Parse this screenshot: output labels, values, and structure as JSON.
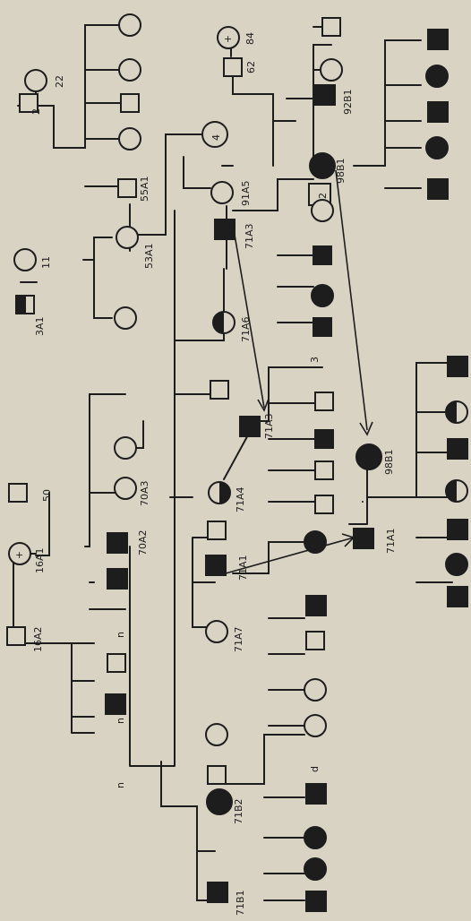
{
  "diagram": {
    "type": "pedigree",
    "ink": "#1d1d1d",
    "paper": "#d9d3c4",
    "labels": {
      "l_2": "2",
      "l_22": "22",
      "l_62": "62",
      "l_84": "84",
      "l_11": "11",
      "l_3A1": "3A1",
      "l_55A1": "55A1",
      "l_53A1": "53A1",
      "l_92B1": "92B1",
      "l_98B1_top": "98B1",
      "l_91A5": "91A5",
      "l_71A3_top": "71A3",
      "l_71A6": "71A6",
      "l_71A3_mid": "71A3",
      "l_3": "3",
      "l_50": "50",
      "l_16A1": "16A1",
      "l_16A2": "16A2",
      "l_70A3": "70A3",
      "l_70A2": "70A2",
      "l_71A4": "71A4",
      "l_71A1_mid": "71A1",
      "l_71A7": "71A7",
      "l_98B1_mid": "98B1",
      "l_71A1_low": "71A1",
      "l_n1": "n",
      "l_n2": "n",
      "l_n3": "n",
      "l_71B2": "71B2",
      "l_d": "d",
      "l_71B1": "71B1",
      "box_count": "2",
      "plus_84": "+",
      "plus_16A1": "+",
      "four_top": "4"
    }
  }
}
